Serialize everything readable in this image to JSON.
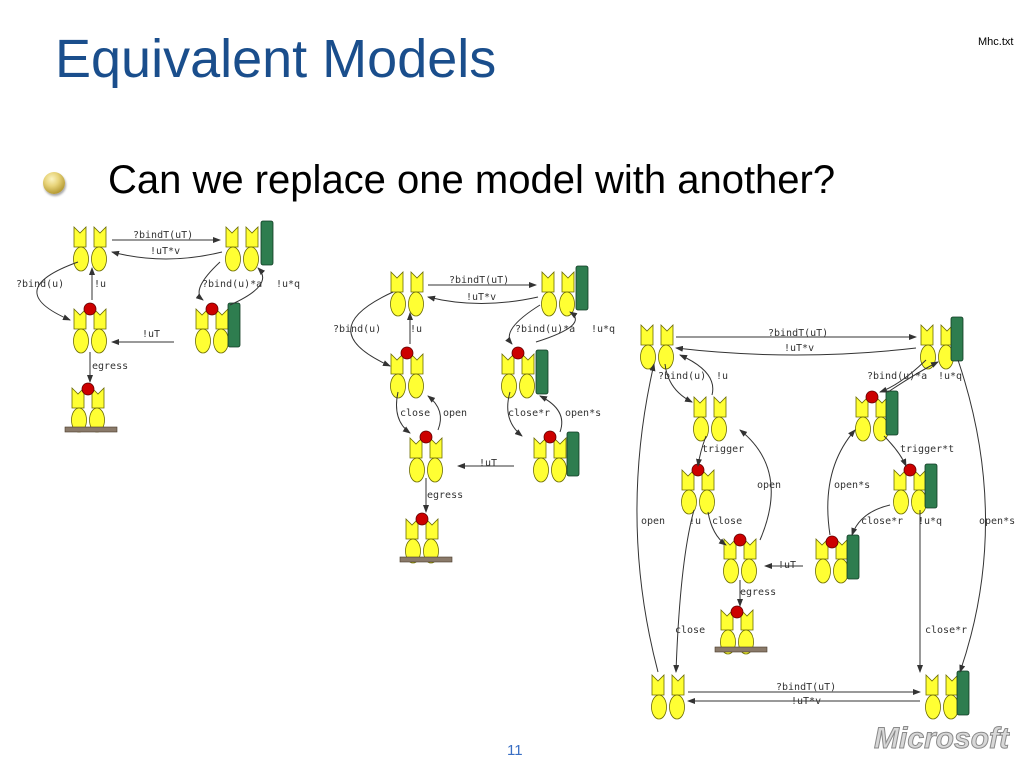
{
  "slide": {
    "title": "Equivalent Models",
    "file_ref": "Mhc.txt",
    "bullet": "Can we replace one model with another?",
    "page_number": "11",
    "logo": "Microsoft"
  },
  "labels": {
    "bindT_uT": "?bindT(uT)",
    "uT_v": "!uT*v",
    "bind_u": "?bind(u)",
    "u": "!u",
    "bind_u_a": "?bind(u)*a",
    "u_q": "!u*q",
    "uT": "!uT",
    "egress": "egress",
    "close": "close",
    "open": "open",
    "close_r": "close*r",
    "open_s": "open*s",
    "trigger": "trigger",
    "trigger_t": "trigger*t"
  },
  "colors": {
    "title": "#1a4e8c",
    "protein_fill": "#ffff33",
    "ligand": "#cc0000",
    "channel": "#2e7d4f",
    "membrane": "#8a7a6a",
    "page_number": "#3a6fc4"
  }
}
